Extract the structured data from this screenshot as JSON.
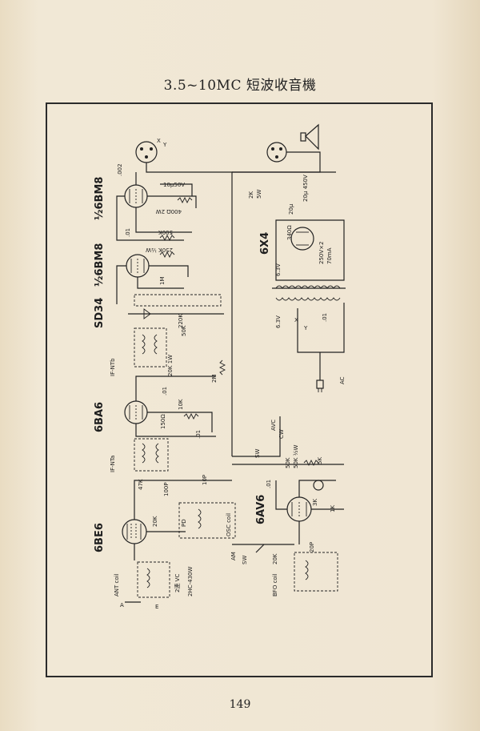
{
  "title": "3.5~10MC 短波收音機",
  "page_number": "149",
  "tubes": {
    "t1": "½6BM8",
    "t2": "½6BM8",
    "t3": "SD34",
    "t4": "6BA6",
    "t5": "6BE6",
    "t6": "6X4",
    "t7": "6AV6"
  },
  "component_labels": {
    "c002": ".002",
    "c10u50v": "10μ50V",
    "r400": "400Ω 2W",
    "c01a": ".01",
    "r500k": "500K",
    "r250k": "250K ½W",
    "r1m": "1M",
    "r50k": "50K",
    "r220k": "220K",
    "r20k_1w": "20K 1W",
    "r2m": "2M",
    "r10k": "10K",
    "r150": "150Ω",
    "c01b": ".01",
    "c01c": ".01",
    "r47k": "47K",
    "c100p": "100P",
    "c10p": "10P",
    "r20k": "20K",
    "osc_coil": "OSC coil",
    "padder": "PD",
    "vc2": "2連 VC",
    "vc_range": "2HC-430W",
    "ant_coil": "ANT coil",
    "ant_a": "A",
    "ant_e": "E",
    "av_r20k": "20K",
    "av_c20p": "20P",
    "bfo_coil": "BFO coil",
    "av_r50k_a": "50K",
    "av_r50k_b": "50K ½W",
    "av_r3k": "3K",
    "av_r1k": "1K",
    "av_r5k": "5K",
    "av_c01": ".01",
    "sw1": "SW",
    "sw2": "SW",
    "avc": "AVC",
    "cw": "CW",
    "am": "AM",
    "lf_nta": "IF-NTa",
    "lf_ntb": "IF-NTb",
    "r2k": "2K",
    "r5w": "5W",
    "c20u450v_a": "20μ 450V",
    "c20u450v_b": "20μ",
    "r_340": "340Ω",
    "pt_250v": "250V×2",
    "pt_70ma": "70mA",
    "v63a": "6.3V",
    "v63b": "6.3V",
    "x_label": "X",
    "y_label": "Y",
    "c01d": ".01",
    "ac_label": "AC"
  }
}
